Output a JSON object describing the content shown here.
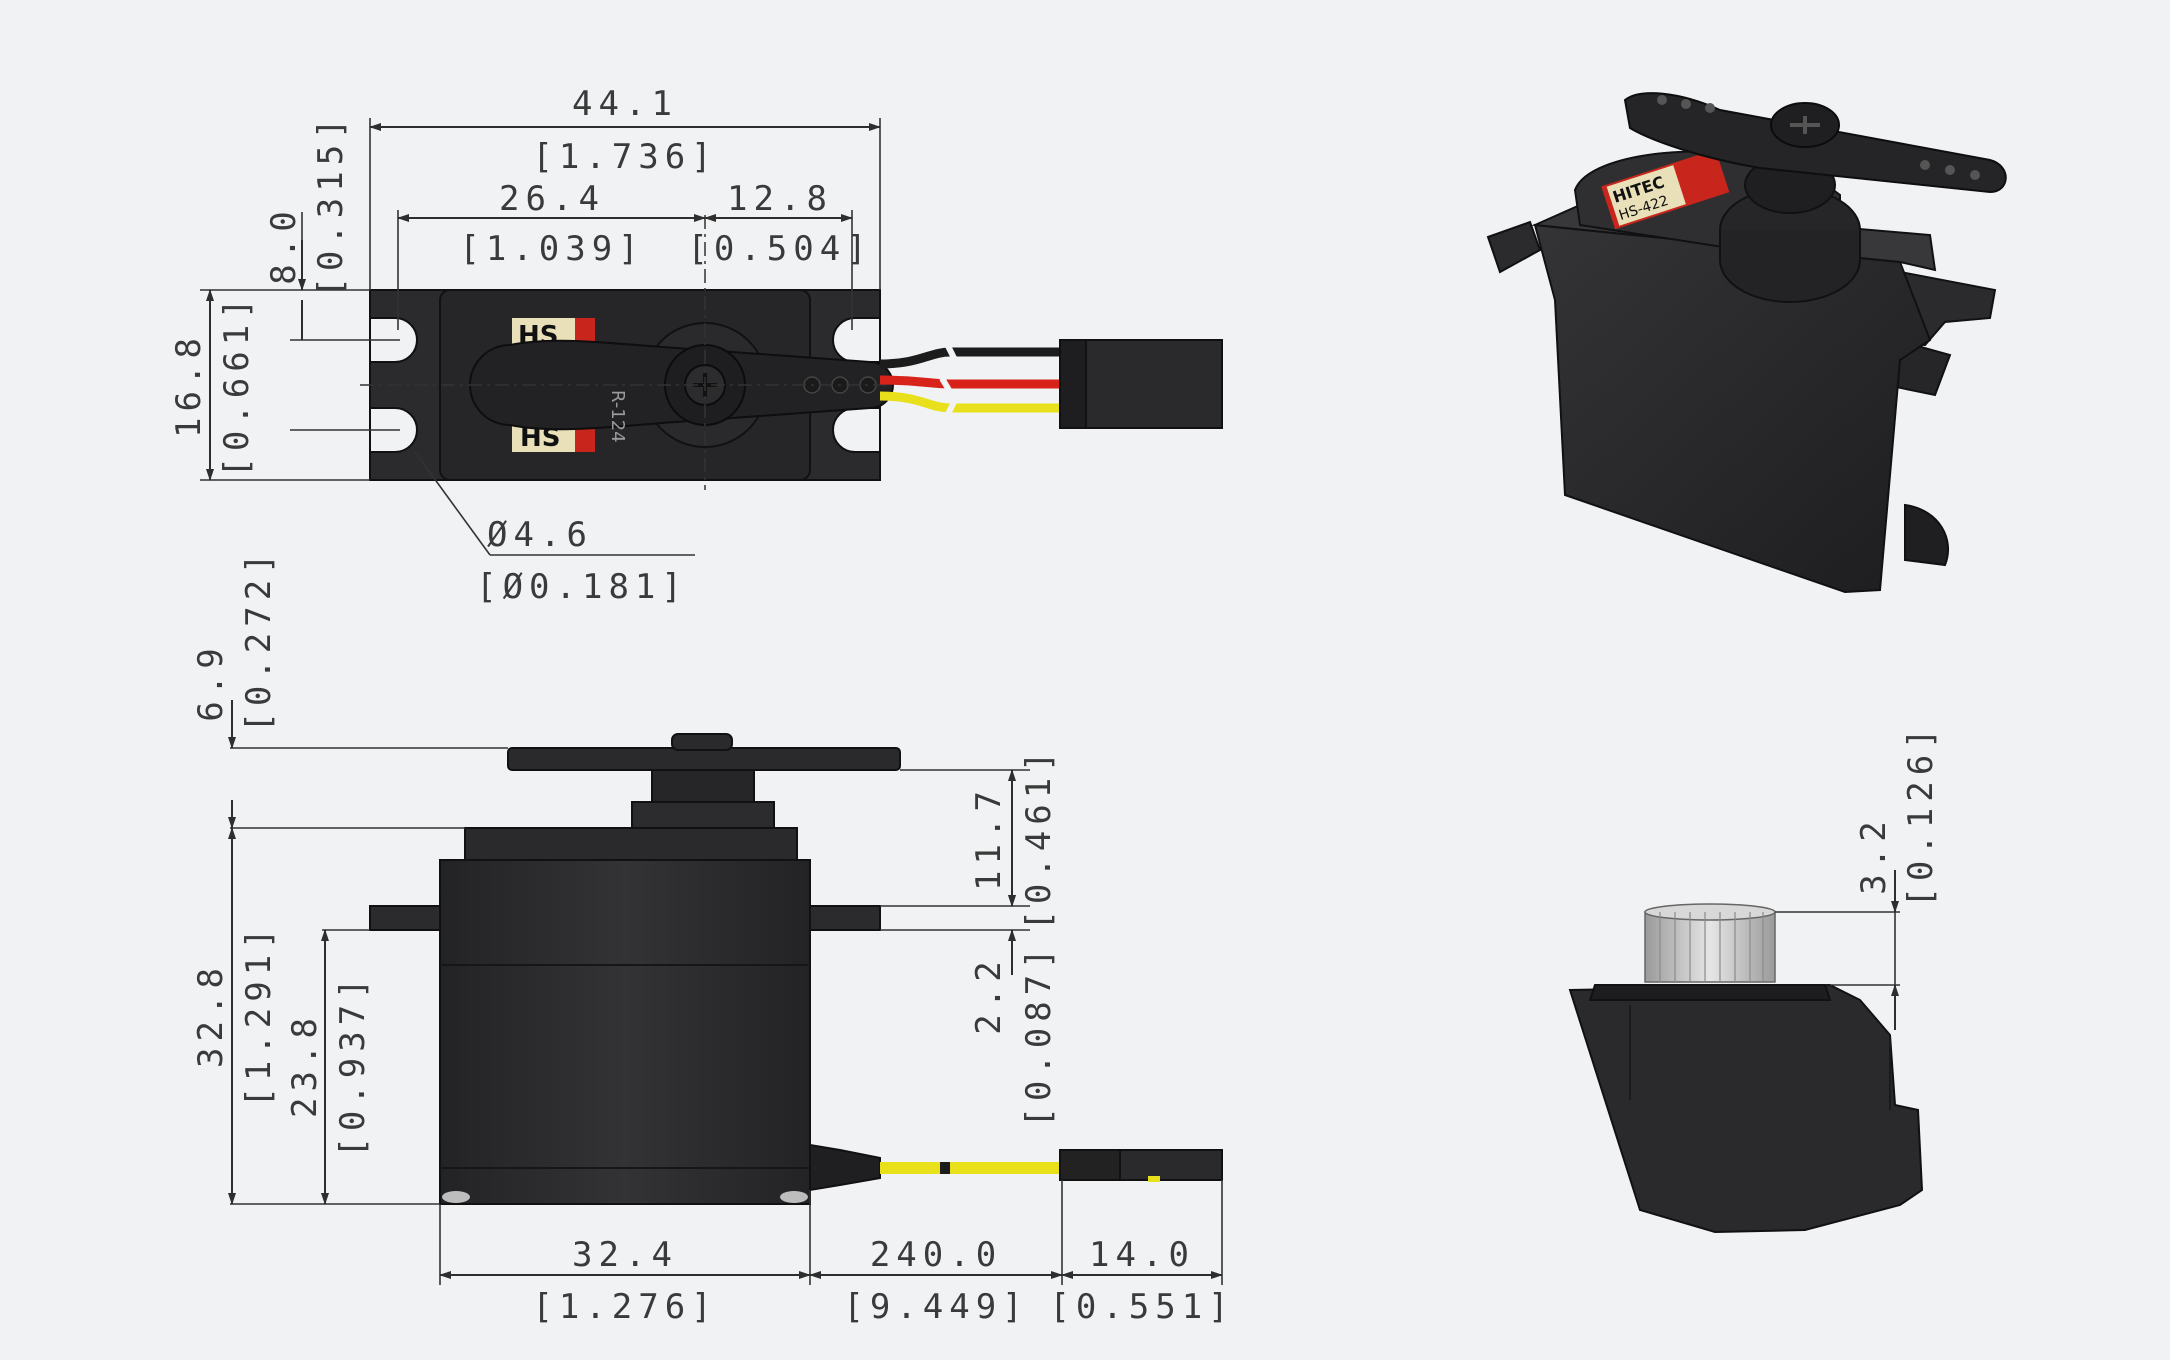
{
  "colors": {
    "background": "#f1f2f4",
    "body": "#2b2b2d",
    "body_shade": "#1f1f21",
    "wire_black": "#1c1c1c",
    "wire_red": "#d8231b",
    "wire_yellow": "#e8e01a",
    "label_red": "#c8261c",
    "label_cream": "#e9dfb8",
    "spline": "#c9c9c9"
  },
  "top_view": {
    "overall_width_mm": "44.1",
    "overall_width_in": "[1.736]",
    "hole_to_shaft_mm": "26.4",
    "hole_to_shaft_in": "[1.039]",
    "shaft_to_hole_mm": "12.8",
    "shaft_to_hole_in": "[0.504]",
    "hole_offset_mm": "8.0",
    "hole_offset_in": "[0.315]",
    "width_mm": "16.8",
    "width_in": "[0.661]",
    "hole_diameter_mm": "Ø4.6",
    "hole_diameter_in": "[Ø0.181]",
    "horn_label": "R-124",
    "label_text": "HS"
  },
  "side_view": {
    "horn_height_mm": "6.9",
    "horn_height_in": "[0.272]",
    "total_height_mm": "32.8",
    "total_height_in": "[1.291]",
    "flange_height_mm": "23.8",
    "flange_height_in": "[0.937]",
    "top_to_flange_mm": "11.7",
    "top_to_flange_in": "[0.461]",
    "flange_thickness_mm": "2.2",
    "flange_thickness_in": "[0.087]",
    "body_length_mm": "32.4",
    "body_length_in": "[1.276]",
    "wire_length_mm": "240.0",
    "wire_length_in": "[9.449]",
    "connector_length_mm": "14.0",
    "connector_length_in": "[0.551]"
  },
  "spline_view": {
    "spline_height_mm": "3.2",
    "spline_height_in": "[0.126]"
  },
  "product_label": {
    "line1": "HITEC",
    "line2": "HS-422"
  }
}
